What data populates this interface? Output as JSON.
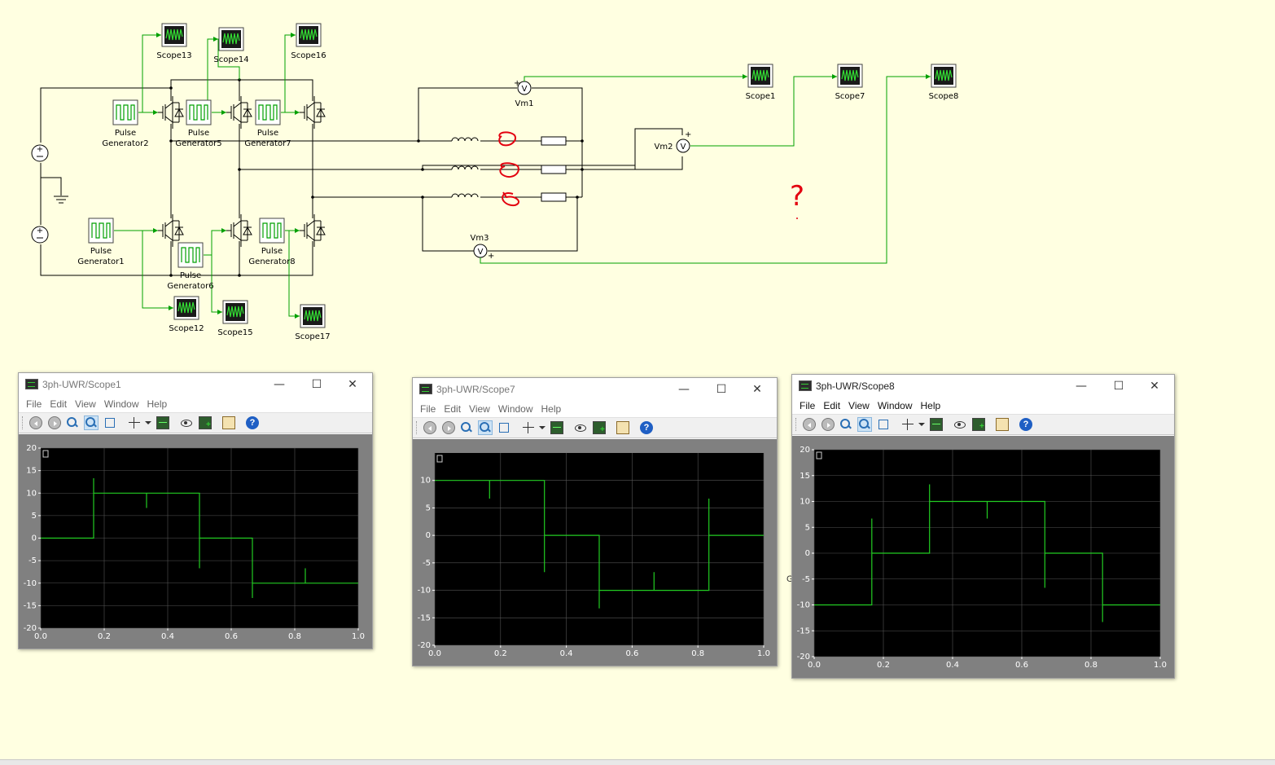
{
  "schematic": {
    "scopes_top": [
      "Scope13",
      "Scope14",
      "Scope16"
    ],
    "scopes_bottom": [
      "Scope12",
      "Scope15",
      "Scope17"
    ],
    "scopes_right": [
      "Scope1",
      "Scope7",
      "Scope8"
    ],
    "pulse_generators": [
      {
        "line1": "Pulse",
        "line2": "Generator2"
      },
      {
        "line1": "Pulse",
        "line2": "Generator5"
      },
      {
        "line1": "Pulse",
        "line2": "Generator7"
      },
      {
        "line1": "Pulse",
        "line2": "Generator1"
      },
      {
        "line1": "Pulse",
        "line2": "Generator6"
      },
      {
        "line1": "Pulse",
        "line2": "Generator8"
      }
    ],
    "voltmeters": [
      "Vm1",
      "Vm2",
      "Vm3"
    ],
    "meter_symbol": "V",
    "polarity_plus": "+",
    "annotations": [
      "?"
    ],
    "stray_text": "G",
    "annotation_color": "#e3000f",
    "wire_color": "#00a000"
  },
  "windows": [
    {
      "title": "3ph-UWR/Scope1",
      "menus": [
        "File",
        "Edit",
        "View",
        "Window",
        "Help"
      ],
      "controls": {
        "minimize": "—",
        "maximize": "☐",
        "close": "✕"
      },
      "help_icon": "?"
    },
    {
      "title": "3ph-UWR/Scope7",
      "menus": [
        "File",
        "Edit",
        "View",
        "Window",
        "Help"
      ],
      "controls": {
        "minimize": "—",
        "maximize": "☐",
        "close": "✕"
      },
      "help_icon": "?"
    },
    {
      "title": "3ph-UWR/Scope8",
      "menus": [
        "File",
        "Edit",
        "View",
        "Window",
        "Help"
      ],
      "controls": {
        "minimize": "—",
        "maximize": "☐",
        "close": "✕"
      },
      "help_icon": "?"
    }
  ],
  "chart_data": [
    {
      "type": "line",
      "title": "3ph-UWR/Scope1",
      "xlim": [
        0,
        1
      ],
      "ylim": [
        -20,
        20
      ],
      "x_ticks": [
        "0.0",
        "0.2",
        "0.4",
        "0.6",
        "0.8",
        "1.0"
      ],
      "y_ticks": [
        "20",
        "15",
        "10",
        "5",
        "0",
        "-5",
        "-10",
        "-15",
        "-20"
      ],
      "grid": true,
      "series": [
        {
          "color": "#22cc22",
          "x": [
            0,
            0.1667,
            0.1667,
            0.1667,
            0.3333,
            0.3333,
            0.3333,
            0.5,
            0.5,
            0.5,
            0.6667,
            0.6667,
            0.6667,
            0.8333,
            0.8333,
            0.8333,
            1.0
          ],
          "y": [
            0,
            0,
            13.3,
            10,
            10,
            6.7,
            10,
            10,
            -6.7,
            0,
            0,
            -13.3,
            -10,
            -10,
            -6.7,
            -10,
            -10
          ]
        }
      ]
    },
    {
      "type": "line",
      "title": "3ph-UWR/Scope7",
      "xlim": [
        0,
        1
      ],
      "ylim": [
        -20,
        15
      ],
      "x_ticks": [
        "0.0",
        "0.2",
        "0.4",
        "0.6",
        "0.8",
        "1.0"
      ],
      "y_ticks": [
        "10",
        "5",
        "0",
        "-5",
        "-10",
        "-15",
        "-20"
      ],
      "grid": true,
      "series": [
        {
          "color": "#22cc22",
          "x": [
            0,
            0.1667,
            0.1667,
            0.1667,
            0.3333,
            0.3333,
            0.3333,
            0.5,
            0.5,
            0.5,
            0.6667,
            0.6667,
            0.6667,
            0.8333,
            0.8333,
            0.8333,
            1.0
          ],
          "y": [
            10,
            10,
            6.7,
            10,
            10,
            -6.7,
            0,
            0,
            -13.3,
            -10,
            -10,
            -6.7,
            -10,
            -10,
            6.7,
            0,
            0
          ]
        }
      ]
    },
    {
      "type": "line",
      "title": "3ph-UWR/Scope8",
      "xlim": [
        0,
        1
      ],
      "ylim": [
        -20,
        20
      ],
      "x_ticks": [
        "0.0",
        "0.2",
        "0.4",
        "0.6",
        "0.8",
        "1.0"
      ],
      "y_ticks": [
        "20",
        "15",
        "10",
        "5",
        "0",
        "-5",
        "-10",
        "-15",
        "-20"
      ],
      "grid": true,
      "series": [
        {
          "color": "#22cc22",
          "x": [
            0,
            0.1667,
            0.1667,
            0.1667,
            0.3333,
            0.3333,
            0.3333,
            0.5,
            0.5,
            0.5,
            0.6667,
            0.6667,
            0.6667,
            0.8333,
            0.8333,
            0.8333,
            1.0
          ],
          "y": [
            -10,
            -10,
            6.7,
            0,
            0,
            13.3,
            10,
            10,
            6.7,
            10,
            10,
            -6.7,
            0,
            0,
            -13.3,
            -10,
            -10
          ]
        }
      ]
    }
  ]
}
